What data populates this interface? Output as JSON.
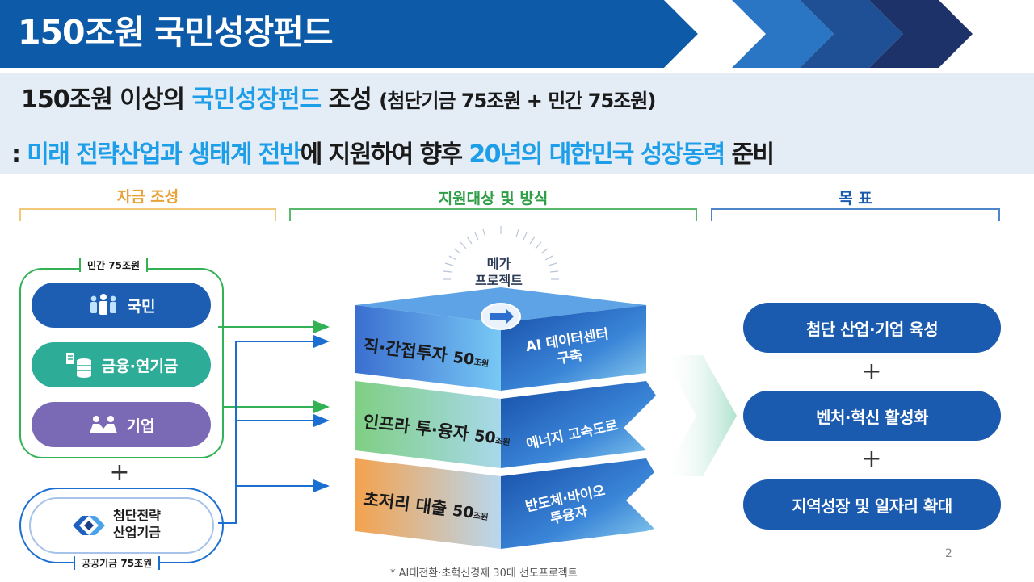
{
  "header": {
    "title": "150조원 국민성장펀드"
  },
  "summary": {
    "line1": {
      "prefix": "150조원 이상의 ",
      "highlight": "국민성장펀드",
      "mid": " 조성 ",
      "detail": "(첨단기금 75조원 + 민간 75조원)"
    },
    "line2": {
      "lead": ": ",
      "hl1": "미래 전략산업과 생태계 전반",
      "mid": "에 지원하여 향후 ",
      "hl2": "20년의 대한민국 성장동력",
      "tail": " 준비"
    }
  },
  "sections": {
    "funding": "자금 조성",
    "targets": "지원대상 및 방식",
    "goals": "목 표"
  },
  "funding": {
    "private_label": "민간 75조원",
    "sources": [
      {
        "label": "국민",
        "icon": "people-icon",
        "color": "#1d5eb3"
      },
      {
        "label": "금융·연기금",
        "icon": "database-icon",
        "color": "#2dad97"
      },
      {
        "label": "기업",
        "icon": "handshake-icon",
        "color": "#7a6ab5"
      }
    ],
    "plus": "+",
    "public_fund_line1": "첨단전략",
    "public_fund_line2": "산업기금",
    "public_label": "공공기금 75조원"
  },
  "support": {
    "mega_line1": "메가",
    "mega_line2": "프로젝트",
    "blocks": [
      {
        "name": "직·간접투자",
        "amount": "50",
        "unit": "조원",
        "right_line1": "AI 데이터센터",
        "right_line2": "구축"
      },
      {
        "name": "인프라 투·융자",
        "amount": "50",
        "unit": "조원",
        "right_line1": "에너지 고속도로",
        "right_line2": ""
      },
      {
        "name": "초저리 대출",
        "amount": "50",
        "unit": "조원",
        "right_line1": "반도체·바이오",
        "right_line2": "투융자"
      }
    ],
    "footnote": "* AI대전환·초혁신경제 30대 선도프로젝트"
  },
  "goals": {
    "items": [
      "첨단 산업·기업 육성",
      "벤처·혁신 활성화",
      "지역성장 및 일자리 확대"
    ],
    "plus": "+"
  },
  "page_number": "2",
  "colors": {
    "header_blue": "#0d5ba8",
    "accent": "#1d9ee9",
    "funding_orange": "#e8a23a",
    "support_green": "#2e9e46",
    "goal_blue": "#1a5bb0"
  }
}
